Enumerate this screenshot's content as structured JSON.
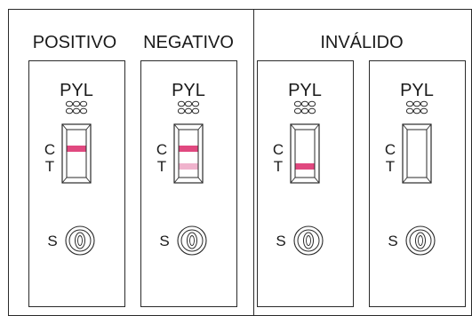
{
  "groups": {
    "positive_label": "POSITIVO",
    "negative_label": "NEGATIVO",
    "invalid_label": "INVÁLIDO"
  },
  "cassettes": [
    {
      "brand": "PYL",
      "c_label": "C",
      "t_label": "T",
      "s_label": "S",
      "c_line": true,
      "t_line": false
    },
    {
      "brand": "PYL",
      "c_label": "C",
      "t_label": "T",
      "s_label": "S",
      "c_line": true,
      "t_line": true
    },
    {
      "brand": "PYL",
      "c_label": "C",
      "t_label": "T",
      "s_label": "S",
      "c_line": false,
      "t_line": true
    },
    {
      "brand": "PYL",
      "c_label": "C",
      "t_label": "T",
      "s_label": "S",
      "c_line": false,
      "t_line": false
    }
  ],
  "colors": {
    "line_strong": "#e0487f",
    "line_faint": "#f0b3cd",
    "stroke": "#2a2a2a"
  }
}
